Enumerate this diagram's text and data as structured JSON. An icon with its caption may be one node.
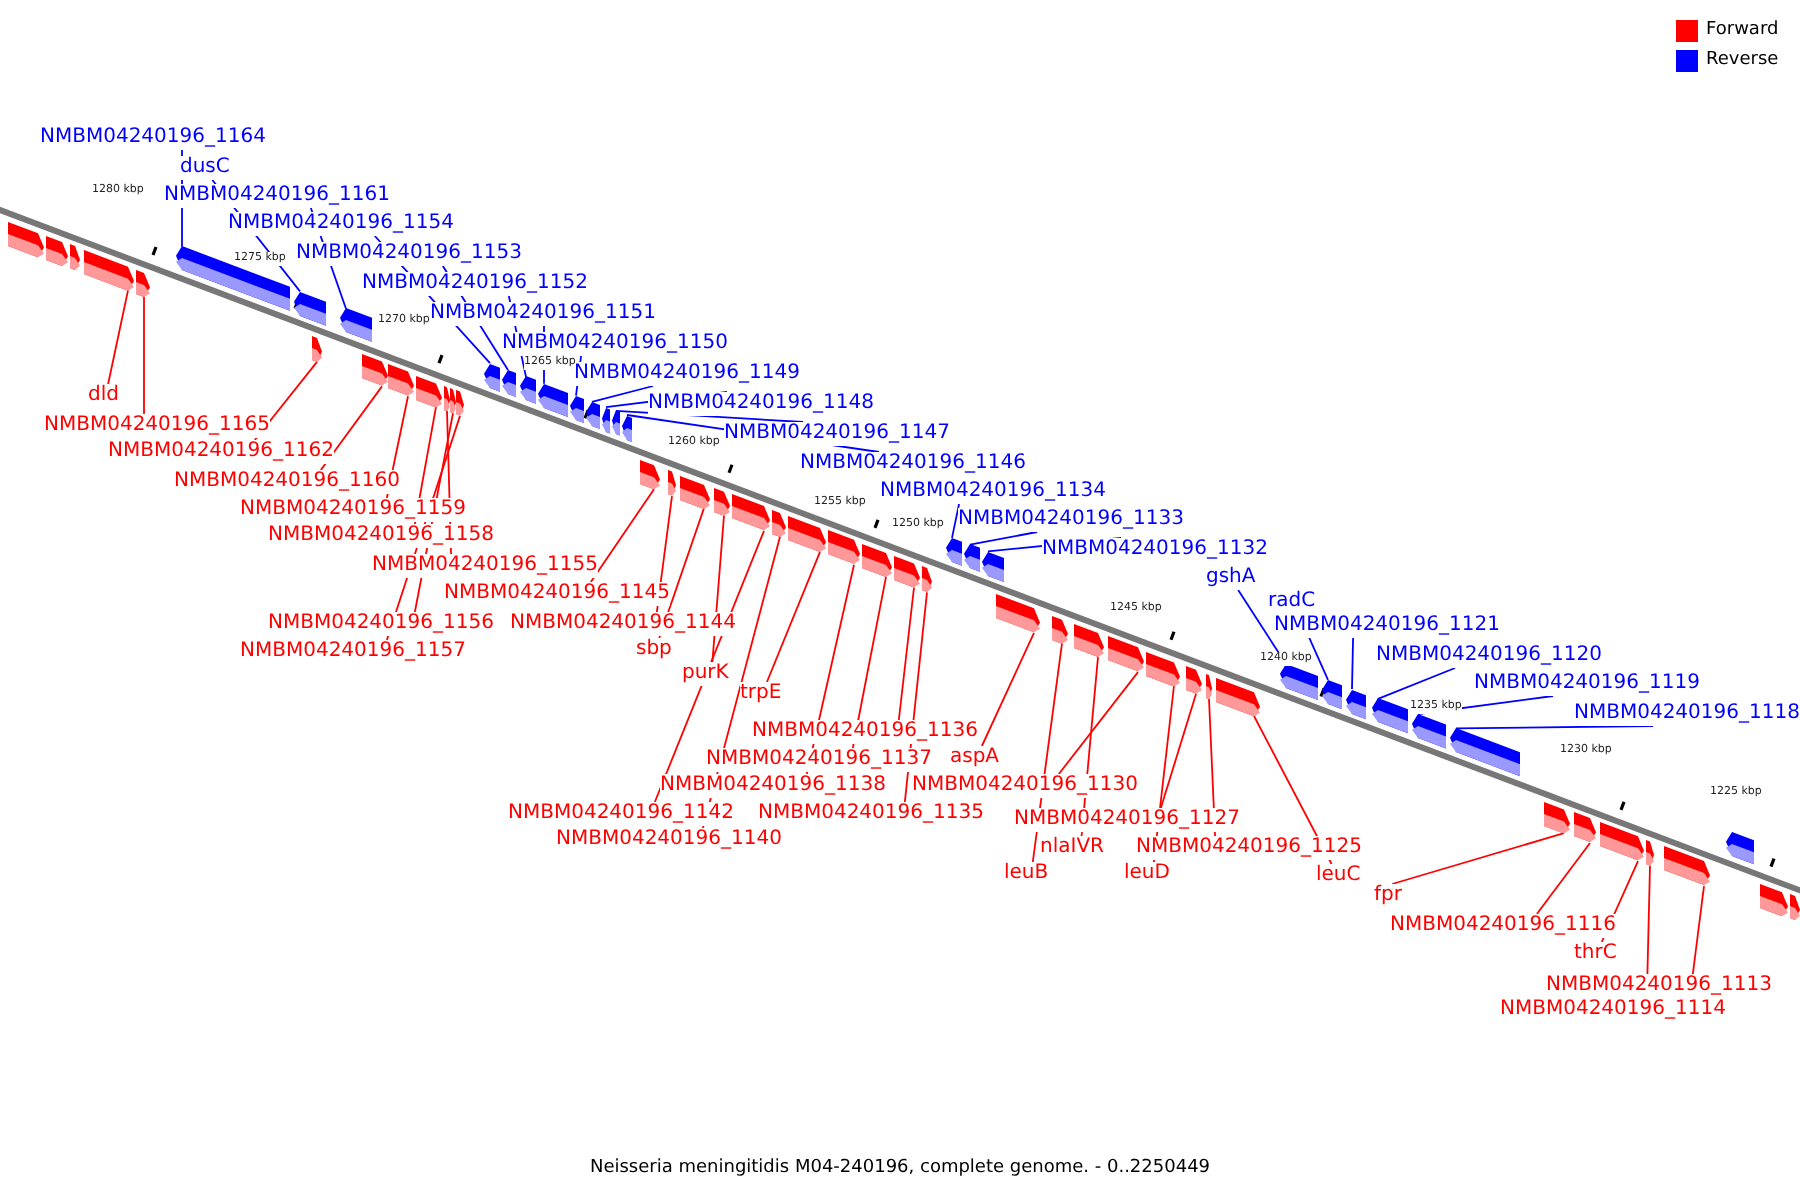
{
  "diagram": {
    "caption": "Neisseria meningitidis M04-240196, complete genome. - 0..2250449",
    "nodes": [
      {
        "text": [
          "NMBM04240196_1164"
        ]
      },
      {
        "text": [
          "dusC"
        ]
      },
      {
        "text": [
          "NMBM04240196_1161"
        ]
      },
      {
        "text": [
          "NMBM04240196_1154"
        ]
      },
      {
        "text": [
          "NMBM04240196_1153"
        ]
      },
      {
        "text": [
          "NMBM04240196_1152"
        ]
      },
      {
        "text": [
          "NMBM04240196_1151"
        ]
      },
      {
        "text": [
          "NMBM04240196_1150"
        ]
      },
      {
        "text": [
          "NMBM04240196_1149"
        ]
      },
      {
        "text": [
          "NMBM04240196_1148"
        ]
      },
      {
        "text": [
          "NMBM04240196_1147"
        ]
      },
      {
        "text": [
          "NMBM04240196_1146"
        ]
      },
      {
        "text": [
          "NMBM04240196_1134"
        ]
      },
      {
        "text": [
          "NMBM04240196_1133"
        ]
      },
      {
        "text": [
          "NMBM04240196_1132"
        ]
      },
      {
        "text": [
          "gshA"
        ]
      },
      {
        "text": [
          "radC"
        ]
      },
      {
        "text": [
          "NMBM04240196_1121"
        ]
      },
      {
        "text": [
          "NMBM04240196_1120"
        ]
      },
      {
        "text": [
          "NMBM04240196_1119"
        ]
      },
      {
        "text": [
          "NMBM04240196_1118"
        ]
      },
      {
        "text": [
          "dld"
        ]
      },
      {
        "text": [
          "NMBM04240196_1165"
        ]
      },
      {
        "text": [
          "NMBM04240196_1162"
        ]
      },
      {
        "text": [
          "NMBM04240196_1160"
        ]
      },
      {
        "text": [
          "NMBM04240196_1159"
        ]
      },
      {
        "text": [
          "NMBM04240196_1158"
        ]
      },
      {
        "text": [
          "NMBM04240196_1155"
        ]
      },
      {
        "text": [
          "NMBM04240196_1156"
        ]
      },
      {
        "text": [
          "NMBM04240196_1157"
        ]
      },
      {
        "text": [
          "NMBM04240196_1145"
        ]
      },
      {
        "text": [
          "NMBM04240196_1144"
        ]
      },
      {
        "text": [
          "sbp"
        ]
      },
      {
        "text": [
          "purK"
        ]
      },
      {
        "text": [
          "trpE"
        ]
      },
      {
        "text": [
          "NMBM04240196_1136"
        ]
      },
      {
        "text": [
          "NMBM04240196_1137"
        ]
      },
      {
        "text": [
          "NMBM04240196_1138"
        ]
      },
      {
        "text": [
          "NMBM04240196_1135"
        ]
      },
      {
        "text": [
          "NMBM04240196_1142"
        ]
      },
      {
        "text": [
          "NMBM04240196_1140"
        ]
      },
      {
        "text": [
          "aspA"
        ]
      },
      {
        "text": [
          "NMBM04240196_1130"
        ]
      },
      {
        "text": [
          "nlaIVR"
        ]
      },
      {
        "text": [
          "NMBM04240196_1127"
        ]
      },
      {
        "text": [
          "leuB"
        ]
      },
      {
        "text": [
          "leuD"
        ]
      },
      {
        "text": [
          "NMBM04240196_1125"
        ]
      },
      {
        "text": [
          "leuC"
        ]
      },
      {
        "text": [
          "fpr"
        ]
      },
      {
        "text": [
          "NMBM04240196_1116"
        ]
      },
      {
        "text": [
          "thrC"
        ]
      },
      {
        "text": [
          "NMBM04240196_1113"
        ]
      },
      {
        "text": [
          "NMBM04240196_1114"
        ]
      },
      {
        "text": [],
        "shape": "arrow"
      },
      {
        "text": [],
        "shape": "arrow"
      },
      {
        "text": [],
        "shape": "arrow"
      },
      {
        "text": [],
        "shape": "arrow"
      },
      {
        "text": [],
        "shape": "arrow"
      },
      {
        "text": [],
        "shape": "arrow"
      },
      {
        "text": [],
        "shape": "arrow"
      },
      {
        "text": [],
        "shape": "arrow"
      },
      {
        "text": [],
        "shape": "arrow"
      },
      {
        "text": [],
        "shape": "arrow"
      },
      {
        "text": [],
        "shape": "arrow"
      },
      {
        "text": [],
        "shape": "arrow"
      },
      {
        "text": [],
        "shape": "arrow"
      },
      {
        "text": [],
        "shape": "arrow"
      },
      {
        "text": [],
        "shape": "arrow"
      },
      {
        "text": [],
        "shape": "arrow"
      },
      {
        "text": [],
        "shape": "arrow"
      },
      {
        "text": [],
        "shape": "arrow"
      },
      {
        "text": [],
        "shape": "arrow"
      },
      {
        "text": [],
        "shape": "arrow"
      },
      {
        "text": [],
        "shape": "arrow"
      },
      {
        "text": [],
        "shape": "arrow"
      },
      {
        "text": [],
        "shape": "arrow"
      },
      {
        "text": [],
        "shape": "arrow"
      },
      {
        "text": [],
        "shape": "arrow"
      },
      {
        "text": [],
        "shape": "arrow"
      },
      {
        "text": [],
        "shape": "arrow"
      },
      {
        "text": [],
        "shape": "arrow"
      },
      {
        "text": [],
        "shape": "arrow"
      },
      {
        "text": [],
        "shape": "arrow"
      },
      {
        "text": [],
        "shape": "arrow"
      },
      {
        "text": [],
        "shape": "arrow"
      },
      {
        "text": [],
        "shape": "arrow"
      },
      {
        "text": [],
        "shape": "arrow"
      },
      {
        "text": [],
        "shape": "arrow"
      },
      {
        "text": [],
        "shape": "arrow"
      },
      {
        "text": [],
        "shape": "arrow"
      },
      {
        "text": [],
        "shape": "arrow"
      },
      {
        "text": [],
        "shape": "arrow"
      },
      {
        "text": [],
        "shape": "arrow"
      },
      {
        "text": [],
        "shape": "arrow"
      },
      {
        "text": [],
        "shape": "arrow"
      },
      {
        "text": [],
        "shape": "arrow"
      },
      {
        "text": [],
        "shape": "arrow"
      },
      {
        "text": [],
        "shape": "arrow"
      },
      {
        "text": [],
        "shape": "arrow"
      },
      {
        "text": [],
        "shape": "arrow"
      },
      {
        "text": [],
        "shape": "arrow"
      },
      {
        "text": [],
        "shape": "arrow"
      },
      {
        "text": [],
        "shape": "arrow"
      },
      {
        "text": [],
        "shape": "arrow"
      },
      {
        "text": [],
        "shape": "arrow"
      },
      {
        "text": [],
        "shape": "arrow"
      },
      {
        "text": [],
        "shape": "arrow"
      },
      {
        "text": [],
        "shape": "arrow"
      },
      {
        "text": [],
        "shape": "arrow"
      },
      {
        "text": [],
        "shape": "arrow"
      },
      {
        "text": [],
        "shape": "arrow"
      },
      {
        "text": [],
        "shape": "arrow"
      },
      {
        "text": [],
        "shape": "arrow"
      }
    ],
    "edges": [
      {
        "from": 0,
        "to": 59,
        "arrow": "none",
        "color": "#0000ff"
      },
      {
        "from": 1,
        "to": 60,
        "arrow": "none",
        "color": "#0000ff"
      },
      {
        "from": 2,
        "to": 62,
        "arrow": "none",
        "color": "#0000ff"
      },
      {
        "from": 3,
        "to": 69,
        "arrow": "none",
        "color": "#0000ff"
      },
      {
        "from": 4,
        "to": 70,
        "arrow": "none",
        "color": "#0000ff"
      },
      {
        "from": 5,
        "to": 71,
        "arrow": "none",
        "color": "#0000ff"
      },
      {
        "from": 6,
        "to": 72,
        "arrow": "none",
        "color": "#0000ff"
      },
      {
        "from": 7,
        "to": 73,
        "arrow": "none",
        "color": "#0000ff"
      },
      {
        "from": 8,
        "to": 74,
        "arrow": "none",
        "color": "#0000ff"
      },
      {
        "from": 9,
        "to": 75,
        "arrow": "none",
        "color": "#0000ff"
      },
      {
        "from": 10,
        "to": 76,
        "arrow": "none",
        "color": "#0000ff"
      },
      {
        "from": 11,
        "to": 77,
        "arrow": "none",
        "color": "#0000ff"
      },
      {
        "from": 12,
        "to": 89,
        "arrow": "none",
        "color": "#0000ff"
      },
      {
        "from": 13,
        "to": 90,
        "arrow": "none",
        "color": "#0000ff"
      },
      {
        "from": 14,
        "to": 91,
        "arrow": "none",
        "color": "#0000ff"
      },
      {
        "from": 15,
        "to": 100,
        "arrow": "none",
        "color": "#0000ff"
      },
      {
        "from": 16,
        "to": 101,
        "arrow": "none",
        "color": "#0000ff"
      },
      {
        "from": 17,
        "to": 102,
        "arrow": "none",
        "color": "#0000ff"
      },
      {
        "from": 18,
        "to": 103,
        "arrow": "none",
        "color": "#0000ff"
      },
      {
        "from": 19,
        "to": 104,
        "arrow": "none",
        "color": "#0000ff"
      },
      {
        "from": 20,
        "to": 105,
        "arrow": "none",
        "color": "#0000ff"
      },
      {
        "from": 21,
        "to": 57,
        "arrow": "none"
      },
      {
        "from": 22,
        "to": 58,
        "arrow": "none"
      },
      {
        "from": 23,
        "to": 61,
        "arrow": "none"
      },
      {
        "from": 24,
        "to": 63,
        "arrow": "none"
      },
      {
        "from": 25,
        "to": 64,
        "arrow": "none"
      },
      {
        "from": 26,
        "to": 65,
        "arrow": "none"
      },
      {
        "from": 27,
        "to": 66,
        "arrow": "none"
      },
      {
        "from": 28,
        "to": 67,
        "arrow": "none"
      },
      {
        "from": 29,
        "to": 68,
        "arrow": "none"
      },
      {
        "from": 30,
        "to": 78,
        "arrow": "none"
      },
      {
        "from": 31,
        "to": 79,
        "arrow": "none"
      },
      {
        "from": 32,
        "to": 80,
        "arrow": "none"
      },
      {
        "from": 33,
        "to": 81,
        "arrow": "none"
      },
      {
        "from": 34,
        "to": 84,
        "arrow": "none"
      },
      {
        "from": 35,
        "to": 87,
        "arrow": "none"
      },
      {
        "from": 36,
        "to": 86,
        "arrow": "none"
      },
      {
        "from": 37,
        "to": 85,
        "arrow": "none"
      },
      {
        "from": 38,
        "to": 88,
        "arrow": "none"
      },
      {
        "from": 39,
        "to": 82,
        "arrow": "none"
      },
      {
        "from": 40,
        "to": 83,
        "arrow": "none"
      },
      {
        "from": 41,
        "to": 92,
        "arrow": "none"
      },
      {
        "from": 42,
        "to": 95,
        "arrow": "none"
      },
      {
        "from": 43,
        "to": 94,
        "arrow": "none"
      },
      {
        "from": 44,
        "to": 97,
        "arrow": "none"
      },
      {
        "from": 45,
        "to": 93,
        "arrow": "none"
      },
      {
        "from": 46,
        "to": 96,
        "arrow": "none"
      },
      {
        "from": 47,
        "to": 98,
        "arrow": "none"
      },
      {
        "from": 48,
        "to": 99,
        "arrow": "none"
      },
      {
        "from": 49,
        "to": 106,
        "arrow": "none"
      },
      {
        "from": 50,
        "to": 107,
        "arrow": "none"
      },
      {
        "from": 51,
        "to": 108,
        "arrow": "none"
      },
      {
        "from": 52,
        "to": 110,
        "arrow": "none"
      },
      {
        "from": 53,
        "to": 109,
        "arrow": "none"
      }
    ],
    "labels": [
      "1280 kbp",
      "1275 kbp",
      "1270 kbp",
      "1265 kbp",
      "1260 kbp",
      "1255 kbp",
      "1250 kbp",
      "1245 kbp",
      "1240 kbp",
      "1235 kbp",
      "1230 kbp",
      "1225 kbp"
    ],
    "legend": [
      {
        "text": "Forward",
        "color": "#ff0000"
      },
      {
        "text": "Reverse",
        "color": "#0000ff"
      }
    ]
  }
}
